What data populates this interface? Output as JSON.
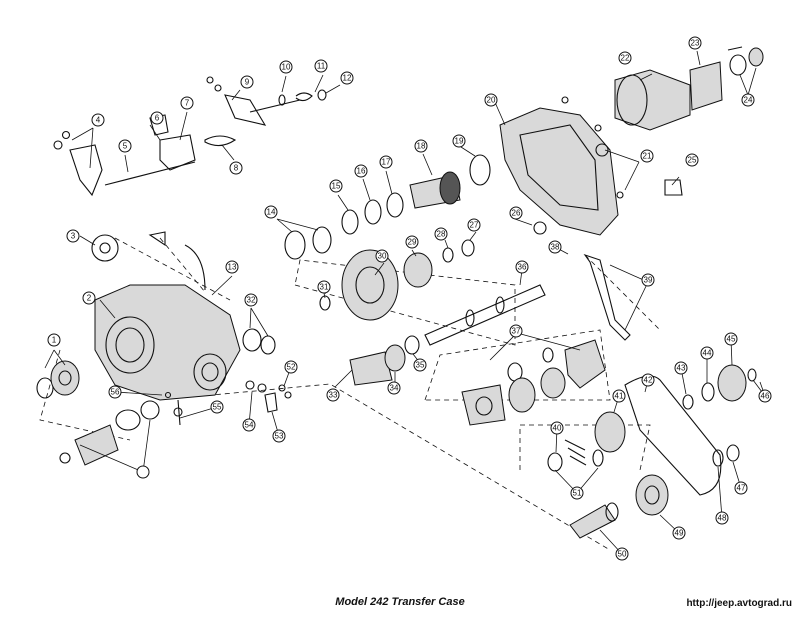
{
  "caption": "Model 242 Transfer Case",
  "source_url": "http://jeep.avtograd.ru",
  "callouts": [
    "1",
    "2",
    "3",
    "4",
    "5",
    "6",
    "7",
    "8",
    "9",
    "10",
    "11",
    "12",
    "13",
    "14",
    "15",
    "16",
    "17",
    "18",
    "19",
    "20",
    "21",
    "22",
    "23",
    "24",
    "25",
    "26",
    "27",
    "28",
    "29",
    "30",
    "31",
    "32",
    "33",
    "34",
    "35",
    "36",
    "37",
    "38",
    "39",
    "40",
    "41",
    "42",
    "43",
    "44",
    "45",
    "46",
    "47",
    "48",
    "49",
    "50",
    "51",
    "52",
    "53",
    "54",
    "55",
    "56"
  ]
}
